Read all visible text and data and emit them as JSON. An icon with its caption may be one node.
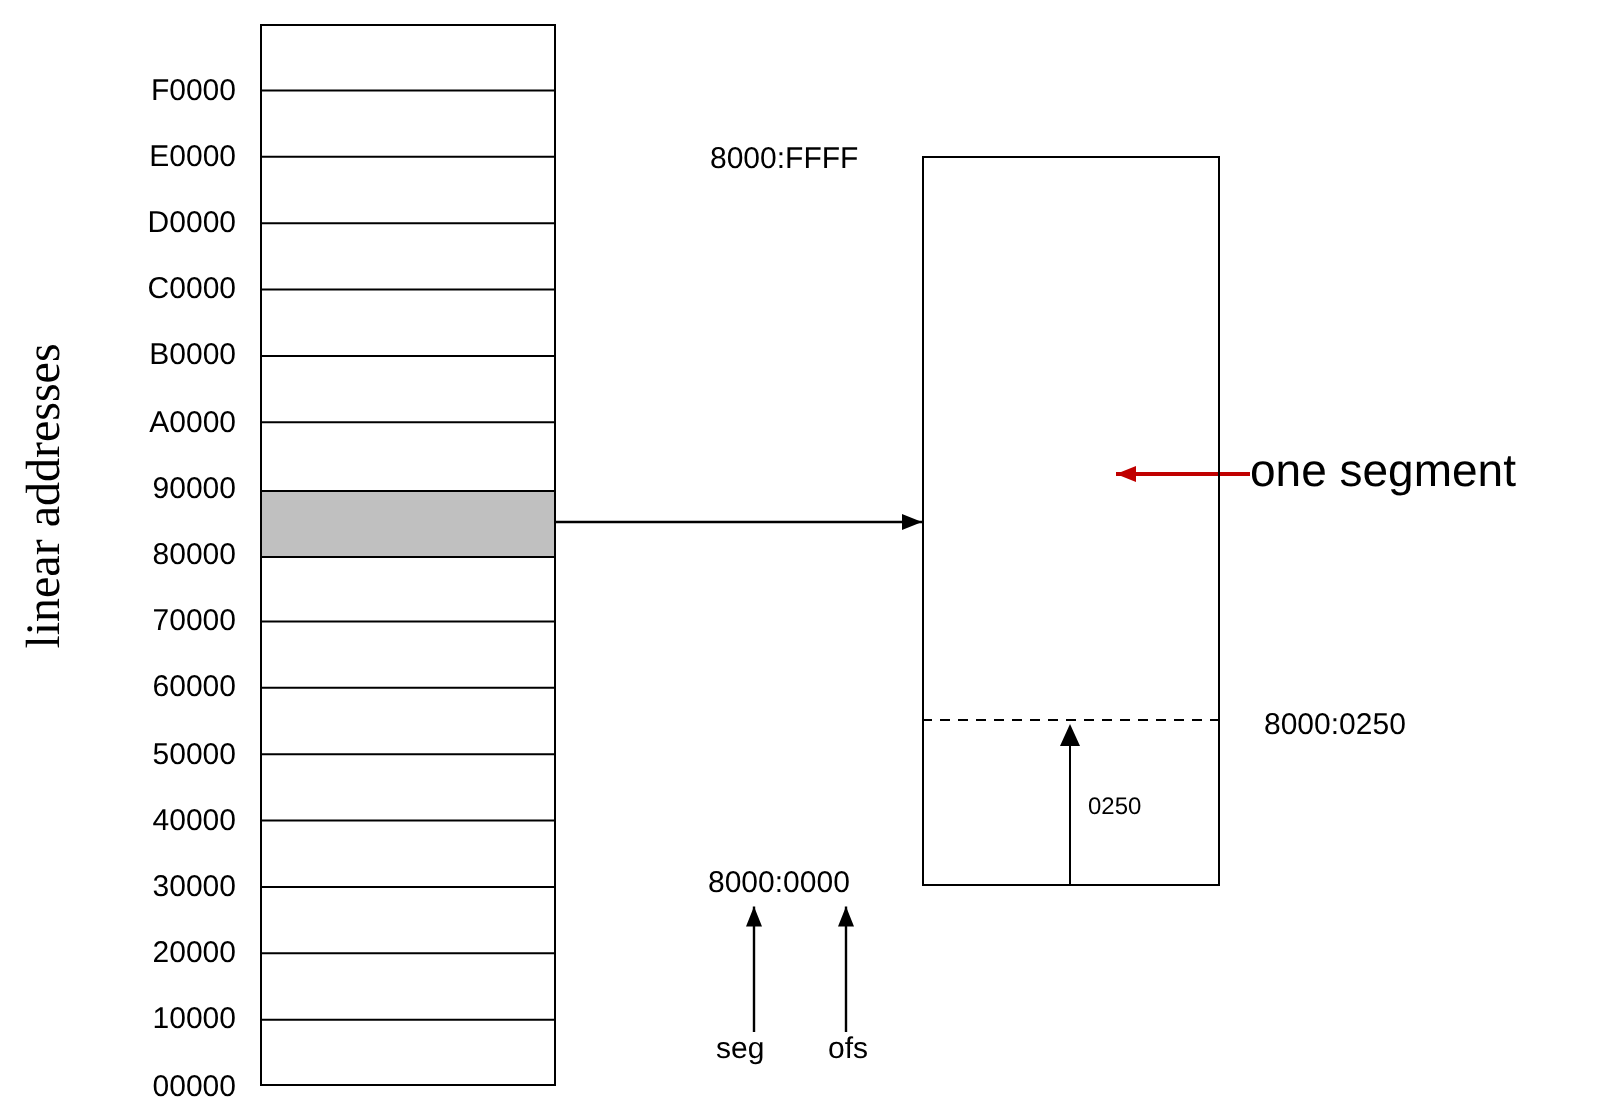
{
  "diagram": {
    "nodes": [
      {
        "text": [],
        "shape": "box"
      },
      {
        "text": [],
        "shape": "bar",
        "in": 0
      },
      {
        "text": [],
        "shape": "box"
      },
      {
        "text": [
          "one segment"
        ]
      },
      {
        "text": [
          "8000:0000"
        ]
      },
      {
        "text": [
          "seg"
        ]
      },
      {
        "text": [
          "ofs"
        ]
      }
    ],
    "edges": [
      {
        "from": 1,
        "to": 2,
        "arrow": "to"
      },
      {
        "from": 3,
        "to": 2,
        "arrow": "to",
        "color": "#c00000"
      },
      {
        "from": 5,
        "to": 4,
        "arrow": "to"
      },
      {
        "from": 6,
        "to": 4,
        "arrow": "to"
      }
    ],
    "labels": [
      "F0000",
      "E0000",
      "D0000",
      "C0000",
      "B0000",
      "A0000",
      "90000",
      "80000",
      "70000",
      "60000",
      "50000",
      "40000",
      "30000",
      "20000",
      "10000",
      "00000",
      "linear addresses",
      "8000:FFFF",
      "8000:0250",
      "0250"
    ]
  }
}
